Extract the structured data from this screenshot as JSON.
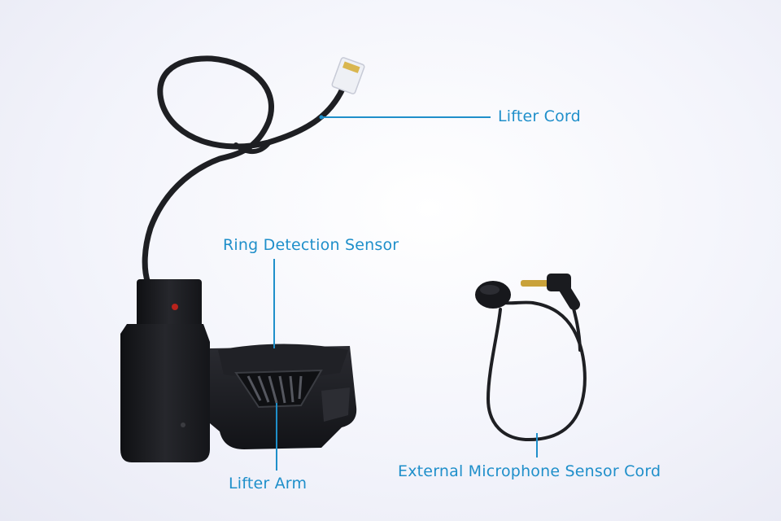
{
  "labels": {
    "lifter_cord": "Lifter Cord",
    "ring_detection_sensor": "Ring Detection Sensor",
    "lifter_arm": "Lifter Arm",
    "external_mic_cord": "External Microphone Sensor Cord"
  },
  "colors": {
    "accent": "#1f8fca",
    "device": "#1b1c20",
    "background": "#f3f4fb"
  }
}
